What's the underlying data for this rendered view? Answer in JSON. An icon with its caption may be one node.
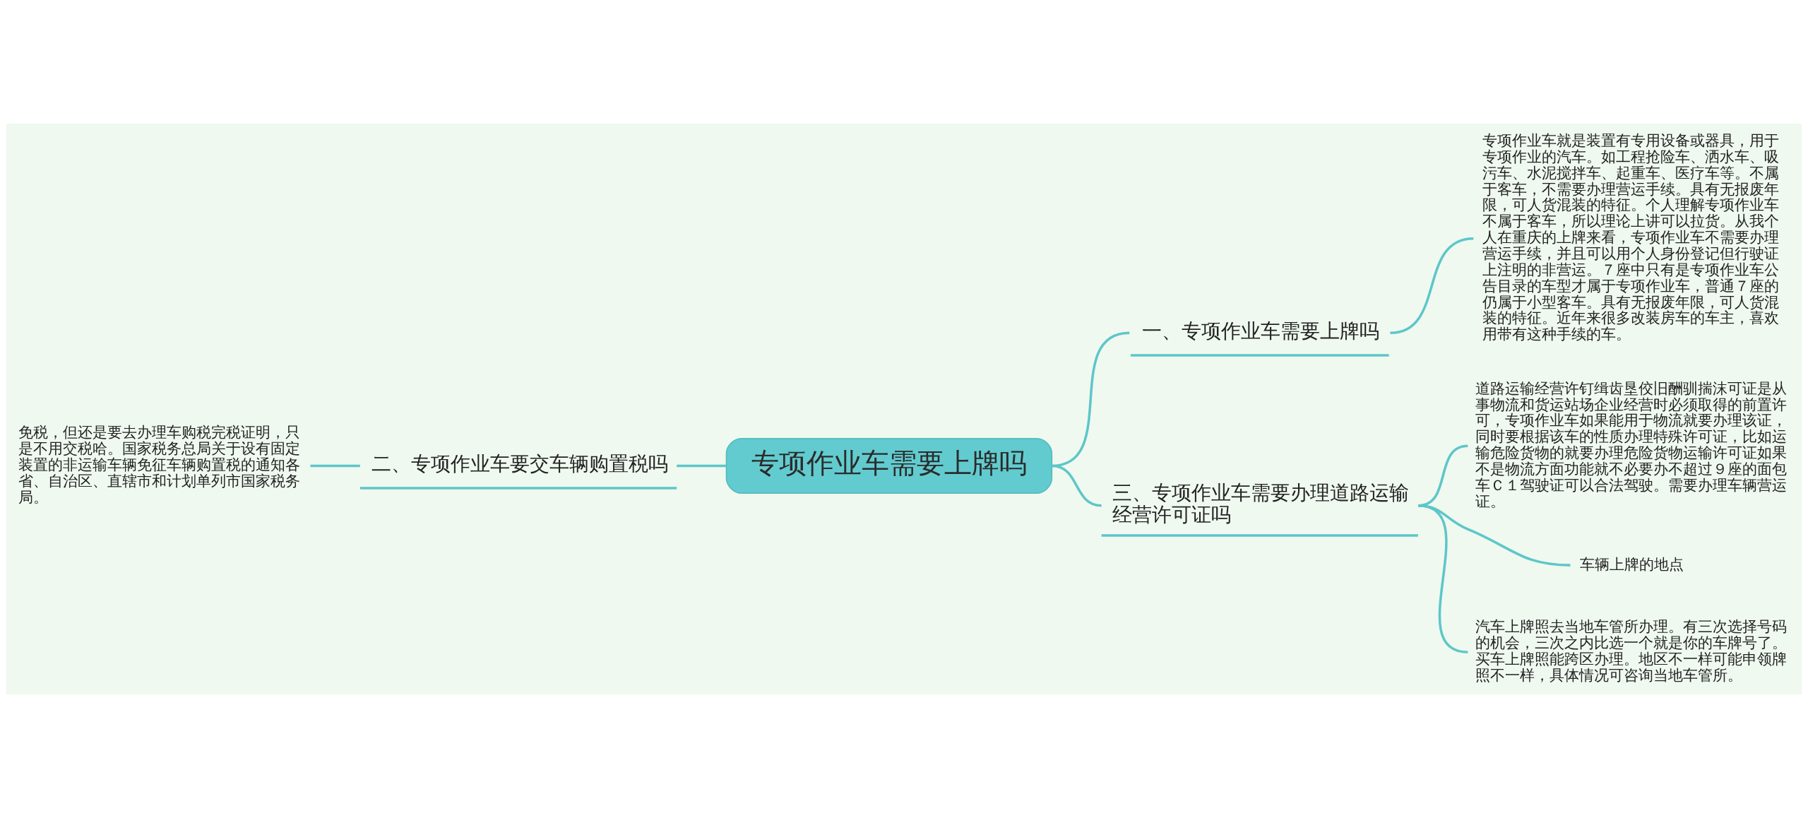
{
  "diagram": {
    "nodes": [
      {
        "text": [
          "专项作业车需要上牌吗"
        ]
      },
      {
        "text": [
          "一、专项作业车需要上牌吗"
        ]
      },
      {
        "text": [
          "专项作业车就是装置有专用设备或器具，用于专项作业的汽车。如工程抢险车、洒水车、吸污车、水泥搅拌车、起重车、医疗车等。不属于客车，不需要办理营运手续。具有无报废年限，可人货混装的特征。个人理解专项作业车不属于客车，所以理论上讲可以拉货。从我个人在重庆的上牌来看，专项作业车不需要办理营运手续，并且可以用个人身份登记但行驶证上注明的非营运。７座中只有是专项作业车公告目录的车型才属于专项作业车，普通７座的仍属于小型客车。具有无报废年限，可人货混装的特征。近年来很多改装房车的车主，喜欢用带有这种手续的车。"
        ]
      },
      {
        "text": [
          "二、专项作业车要交车辆购置税吗"
        ]
      },
      {
        "text": [
          "免税，但还是要去办理车购税完税证明，只是不用交税哈。国家税务总局关于设有固定装置的非运输车辆免征车辆购置税的通知各省、自治区、直辖市和计划单列市国家税务局。"
        ]
      },
      {
        "text": [
          "三、专项作业车需要办理道路运输经营许可证吗"
        ]
      },
      {
        "text": [
          "道路运输经营许钉缉齿垦佼旧酬驯揣沫可证是从事物流和货运站场企业经营时必须取得的前置许可，专项作业车如果能用于物流就要办理该证，同时要根据该车的性质办理特殊许可证，比如运输危险货物的就要办理危险货物运输许可证如果不是物流方面功能就不必要办不超过９座的面包车Ｃ１驾驶证可以合法驾驶。需要办理车辆营运证。"
        ]
      },
      {
        "text": [
          "车辆上牌的地点"
        ]
      },
      {
        "text": [
          "汽车上牌照去当地车管所办理。有三次选择号码的机会，三次之内比选一个就是你的车牌号了。买车上牌照能跨区办理。地区不一样可能申领牌照不一样，具体情况可咨询当地车管所。"
        ]
      }
    ],
    "edges": [
      {
        "from": 0,
        "to": 1,
        "arrow": "none"
      },
      {
        "from": 1,
        "to": 2,
        "arrow": "none"
      },
      {
        "from": 0,
        "to": 3,
        "arrow": "none"
      },
      {
        "from": 3,
        "to": 4,
        "arrow": "none"
      },
      {
        "from": 0,
        "to": 5,
        "arrow": "none"
      },
      {
        "from": 5,
        "to": 6,
        "arrow": "none"
      },
      {
        "from": 5,
        "to": 7,
        "arrow": "none"
      },
      {
        "from": 5,
        "to": 8,
        "arrow": "none"
      }
    ]
  }
}
